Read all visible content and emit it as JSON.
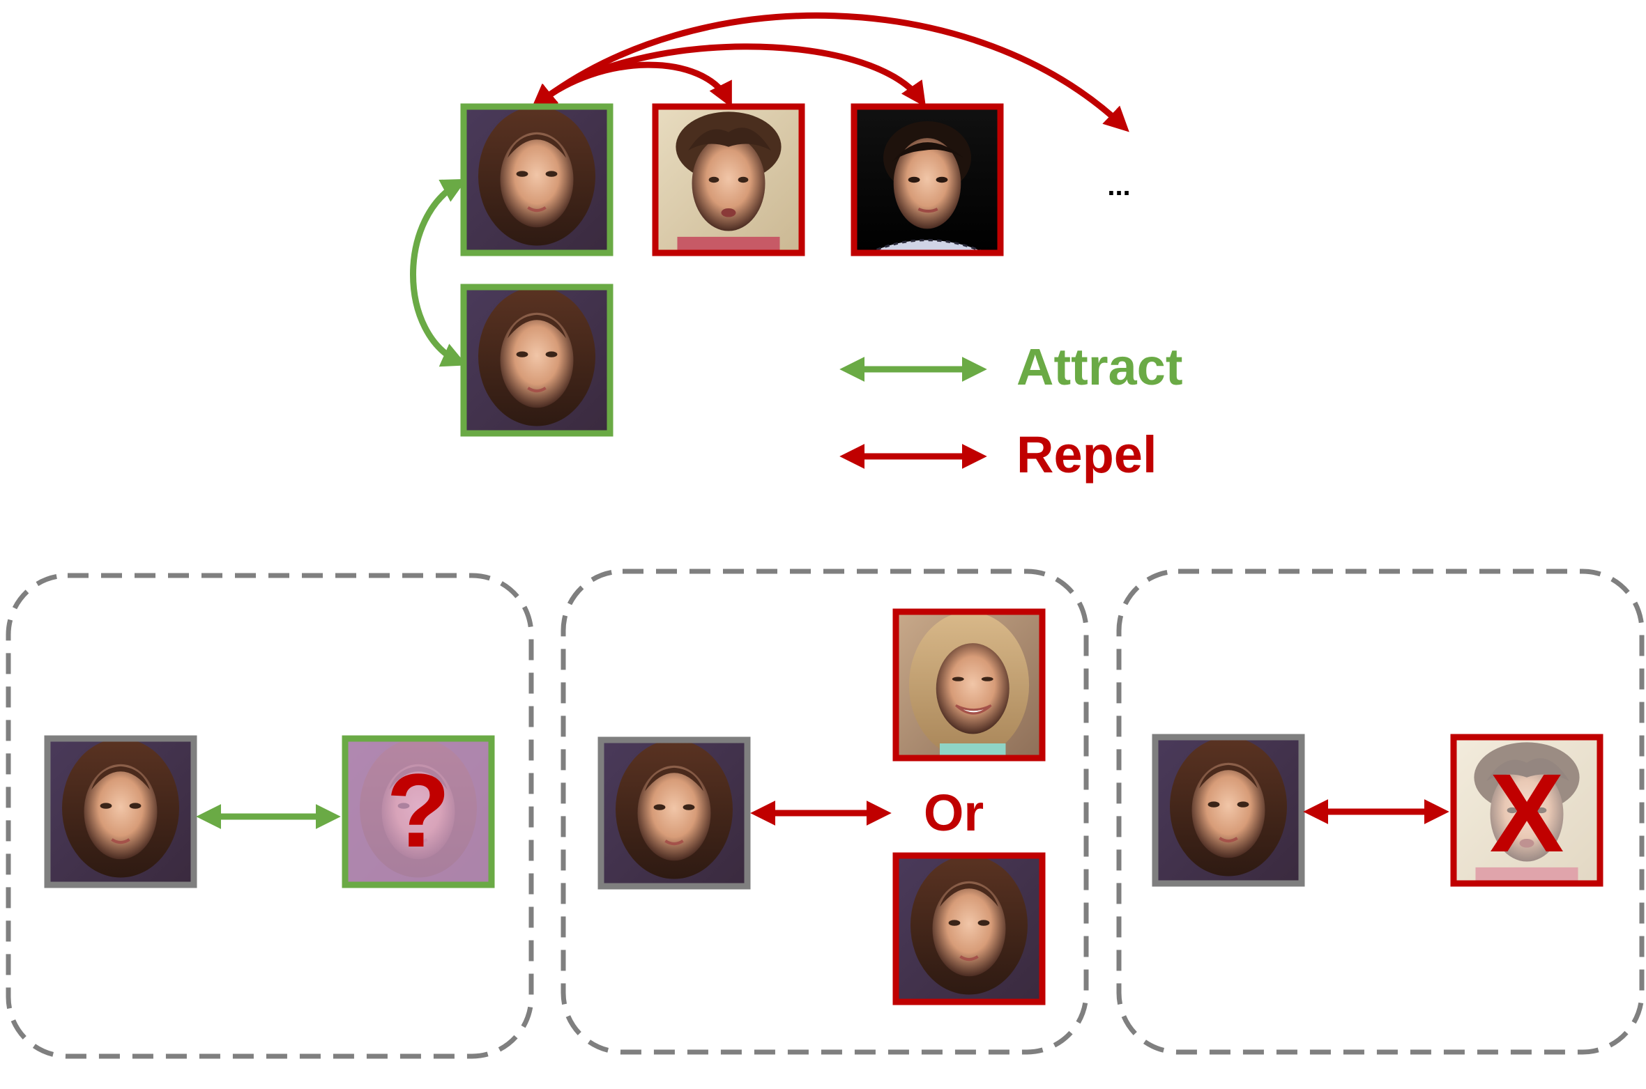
{
  "colors": {
    "attract": "#6aaa45",
    "repel": "#c00000",
    "neutral_border": "#7f7f7f",
    "dashed_box": "#7f7f7f",
    "text_black": "#000000"
  },
  "top": {
    "ellipsis": "...",
    "legend": {
      "attract_label": "Attract",
      "repel_label": "Repel"
    }
  },
  "panels": {
    "left": {
      "question_mark": "?"
    },
    "middle": {
      "or_label": "Or"
    },
    "right": {
      "cross_mark": "X"
    }
  },
  "icons": [
    "attract-arrow-icon",
    "repel-arrow-icon",
    "question-mark-icon",
    "cross-mark-icon"
  ]
}
